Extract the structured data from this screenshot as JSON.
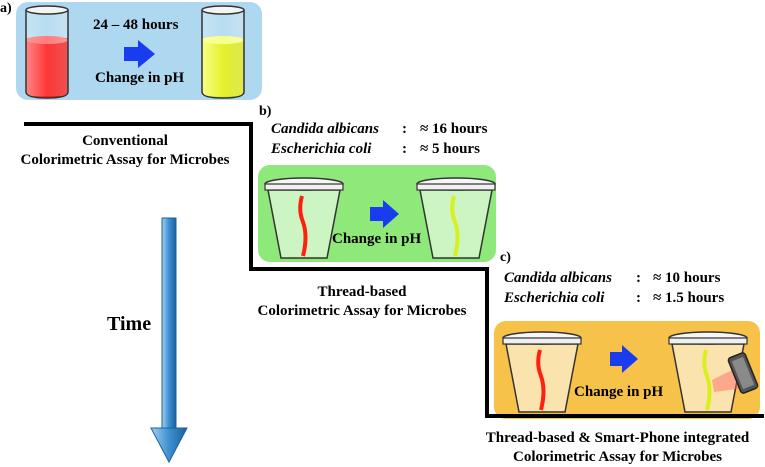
{
  "panel_a": {
    "label": "a)",
    "duration": "24 – 48 hours",
    "change": "Change in pH"
  },
  "conventional": {
    "line1": "Conventional",
    "line2": "Colorimetric Assay for Microbes"
  },
  "panel_b": {
    "label": "b)",
    "rows": [
      {
        "organism": "Candida albicans",
        "colon": ":",
        "time": "≈ 16 hours"
      },
      {
        "organism": "Escherichia coli",
        "colon": ":",
        "time": "≈ 5 hours"
      }
    ],
    "change": "Change in pH"
  },
  "thread": {
    "line1": "Thread-based",
    "line2": "Colorimetric Assay for Microbes"
  },
  "panel_c": {
    "label": "c)",
    "rows": [
      {
        "organism": "Candida albicans",
        "colon": ":",
        "time": "≈ 10 hours"
      },
      {
        "organism": "Escherichia coli",
        "colon": ":",
        "time": "≈ 1.5 hours"
      }
    ],
    "change": "Change in pH"
  },
  "smartphone": {
    "line1": "Thread-based & Smart-Phone integrated",
    "line2": "Colorimetric Assay for Microbes"
  },
  "time_label": "Time",
  "colors": {
    "panel_a_bg": "#aed8ef",
    "panel_b_bg": "#8ee87a",
    "panel_c_bg": "#f7c24a",
    "red_liquid": "#ff2020",
    "yellow_liquid": "#e6f018",
    "arrow_blue": "#1a3cf0",
    "time_arrow": "#4a9fd8",
    "thread_red": "#ff2010",
    "thread_yellow": "#d8f020"
  }
}
